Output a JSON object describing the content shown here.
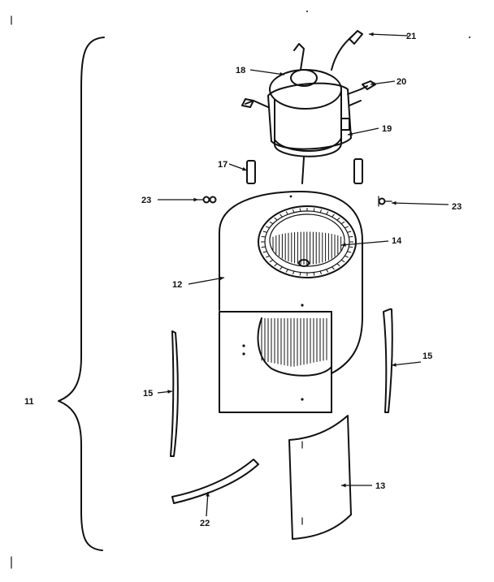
{
  "diagram": {
    "callouts": {
      "c11": "11",
      "c12": "12",
      "c13": "13",
      "c14": "14",
      "c15_left": "15",
      "c15_right": "15",
      "c17": "17",
      "c18": "18",
      "c19": "19",
      "c20": "20",
      "c21": "21",
      "c22": "22",
      "c23_left": "23",
      "c23_right": "23"
    },
    "colors": {
      "ink": "#111111",
      "paper": "#ffffff"
    }
  }
}
